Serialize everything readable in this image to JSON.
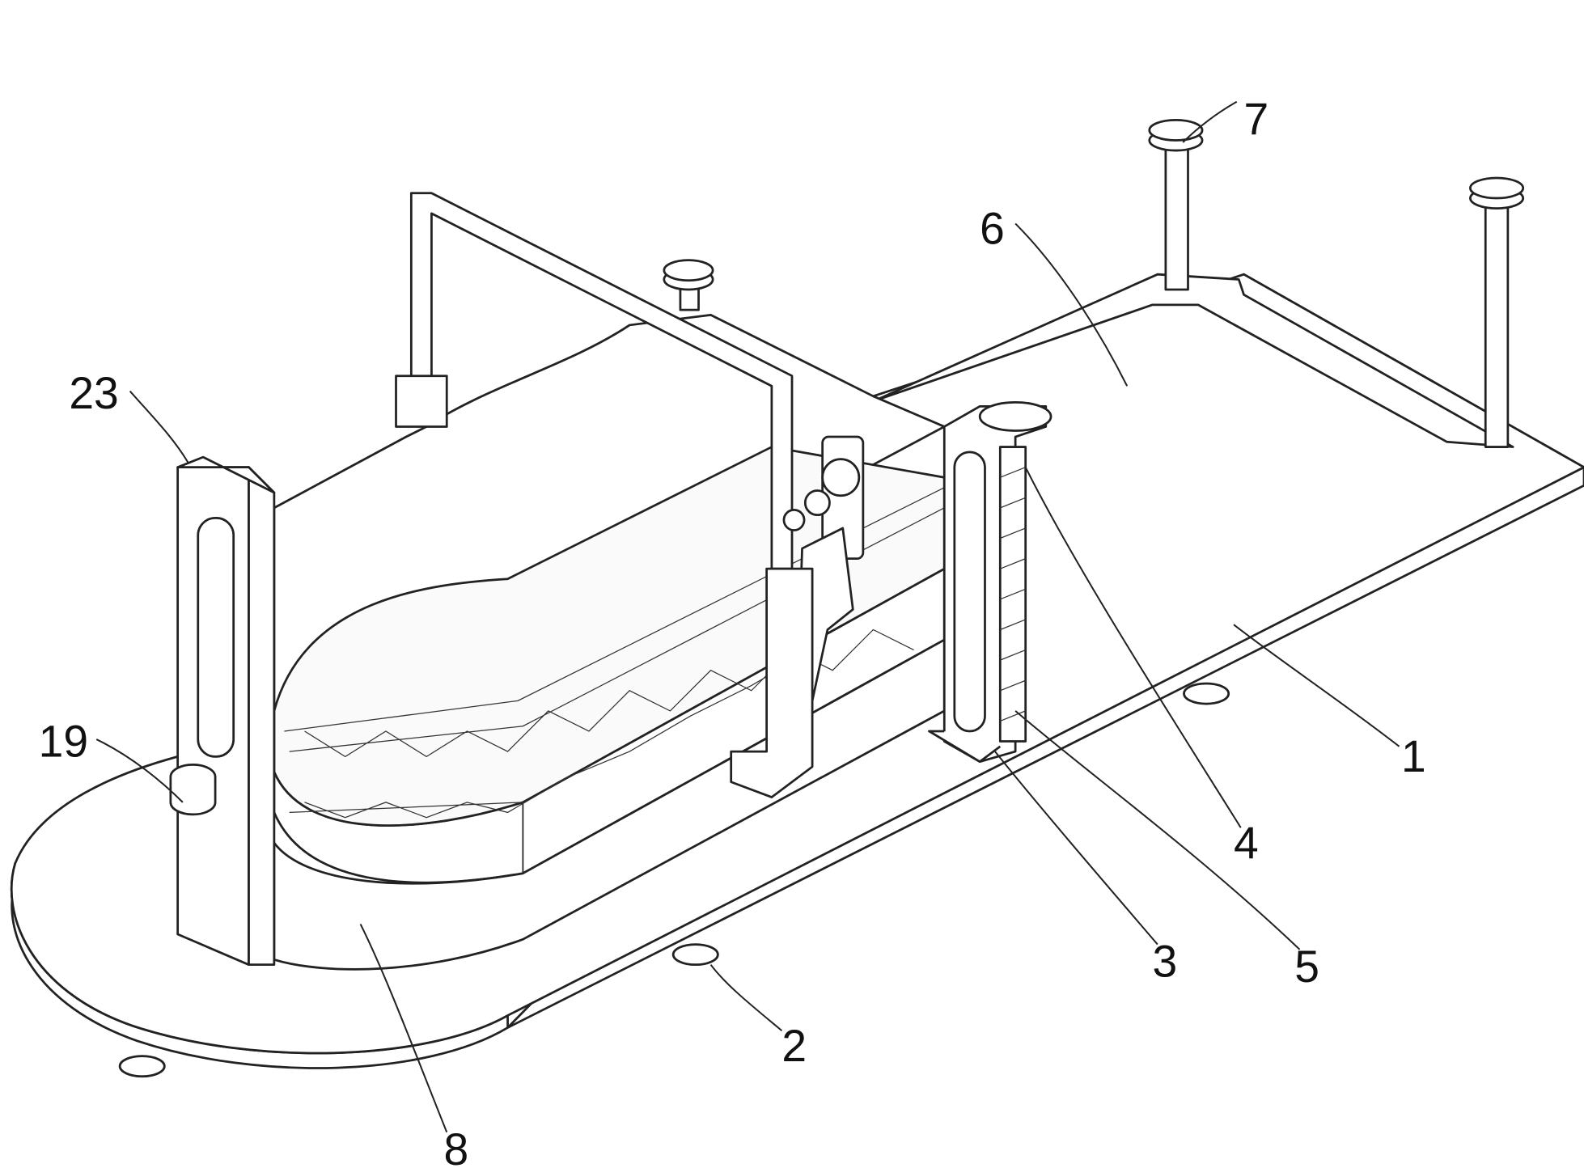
{
  "figure": {
    "labels": [
      {
        "id": "label-1",
        "text": "1"
      },
      {
        "id": "label-2",
        "text": "2"
      },
      {
        "id": "label-3",
        "text": "3"
      },
      {
        "id": "label-4",
        "text": "4"
      },
      {
        "id": "label-5",
        "text": "5"
      },
      {
        "id": "label-6",
        "text": "6"
      },
      {
        "id": "label-7",
        "text": "7"
      },
      {
        "id": "label-8",
        "text": "8"
      },
      {
        "id": "label-19",
        "text": "19"
      },
      {
        "id": "label-23",
        "text": "23"
      }
    ]
  }
}
